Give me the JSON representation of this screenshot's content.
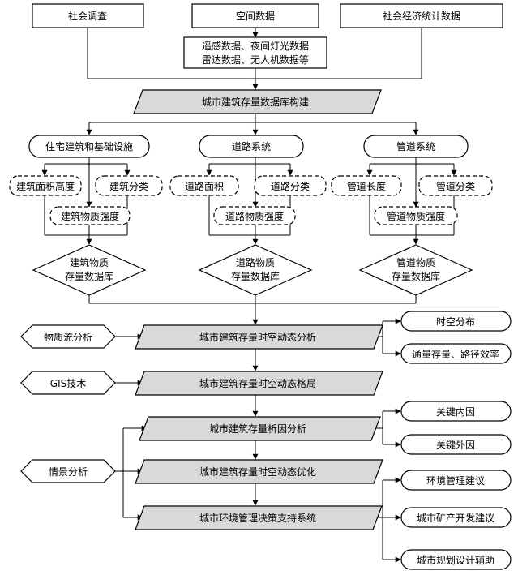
{
  "sources": {
    "social_survey": "社会调查",
    "spatial_data": "空间数据",
    "socioeconomic_stats": "社会经济统计数据",
    "spatial_detail_line1": "遥感数据、夜间灯光数据",
    "spatial_detail_line2": "雷达数据、无人机数据等"
  },
  "database_build": "城市建筑存量数据库构建",
  "systems": {
    "housing": {
      "title": "住宅建筑和基础设施",
      "attr_left": "建筑面积高度",
      "attr_right": "建筑分类",
      "intensity": "建筑物质强度",
      "db_line1": "建筑物质",
      "db_line2": "存量数据库"
    },
    "road": {
      "title": "道路系统",
      "attr_left": "道路面积",
      "attr_right": "道路分类",
      "intensity": "道路物质强度",
      "db_line1": "道路物质",
      "db_line2": "存量数据库"
    },
    "pipe": {
      "title": "管道系统",
      "attr_left": "管道长度",
      "attr_right": "管道分类",
      "intensity": "管道物质强度",
      "db_line1": "管道物质",
      "db_line2": "存量数据库"
    }
  },
  "methods": {
    "mfa": "物质流分析",
    "gis": "GIS技术",
    "scenario": "情景分析"
  },
  "analysis_steps": {
    "spatiotemporal_analysis": "城市建筑存量时空动态分析",
    "spatiotemporal_pattern": "城市建筑存量时空动态格局",
    "attribution": "城市建筑存量析因分析",
    "optimization": "城市建筑存量时空动态优化",
    "decision_support": "城市环境管理决策支持系统"
  },
  "outputs": {
    "spatiotemporal_distribution": "时空分布",
    "flux_efficiency": "通量存量、路径效率",
    "key_internal": "关键内因",
    "key_external": "关键外因",
    "env_management": "环境管理建议",
    "mining": "城市矿产开发建议",
    "planning": "城市规划设计辅助"
  }
}
